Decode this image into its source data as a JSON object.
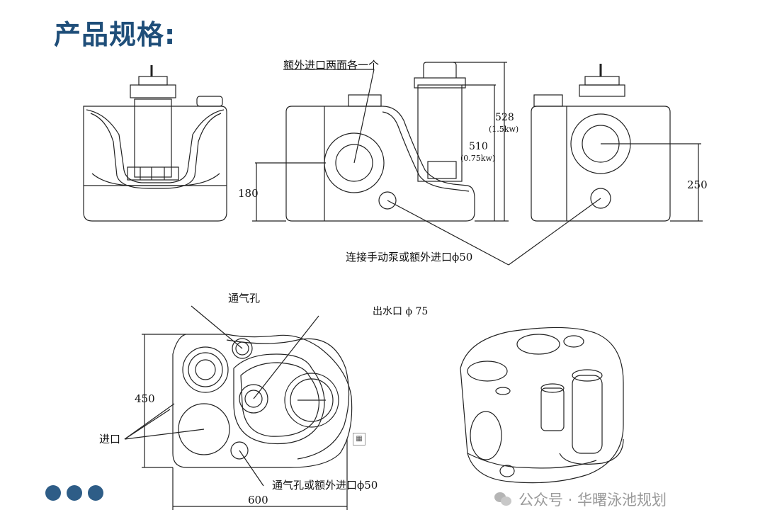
{
  "title": "产品规格:",
  "labels": {
    "extra_inlet_both_sides": "额外进口两面各一个",
    "dim_528": "528",
    "dim_528_note": "(1.5kw)",
    "dim_510": "510",
    "dim_510_note": "(0.75kw)",
    "dim_180": "180",
    "dim_250": "250",
    "manual_pump": "连接手动泵或额外进口ϕ50",
    "vent_hole": "通气孔",
    "outlet": "出水口 ϕ 75",
    "dim_450": "450",
    "inlet": "进口",
    "vent_or_extra": "通气孔或额外进口ϕ50",
    "dim_600": "600"
  },
  "watermark": "公众号 · 华曙泳池规划",
  "colors": {
    "title": "#1f4e79",
    "dots": "#2e5d87"
  }
}
